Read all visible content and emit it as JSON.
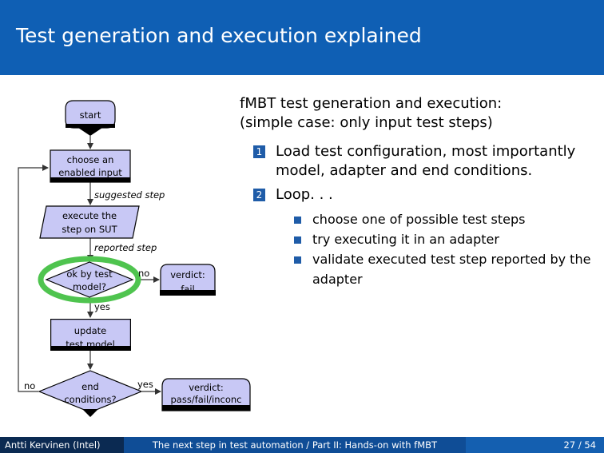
{
  "header": {
    "title": "Test generation and execution explained"
  },
  "flowchart": {
    "start": "start",
    "choose": [
      "choose an",
      "enabled input"
    ],
    "suggested": "suggested step",
    "execute": [
      "execute the",
      "step on SUT"
    ],
    "reported": "reported step",
    "ok": [
      "ok by test",
      "model?"
    ],
    "no1": "no",
    "verdict_fail": [
      "verdict:",
      "fail"
    ],
    "yes1": "yes",
    "update": [
      "update",
      "test model"
    ],
    "end": [
      "end",
      "conditions?"
    ],
    "yes2": "yes",
    "verdict_pass": [
      "verdict:",
      "pass/fail/inconc"
    ],
    "no2": "no"
  },
  "content": {
    "intro_line1": "fMBT test generation and execution:",
    "intro_line2": "(simple case: only input test steps)",
    "items": [
      {
        "number": "1",
        "text": "Load test configuration, most importantly model, adapter and end conditions.",
        "subitems": []
      },
      {
        "number": "2",
        "text": "Loop. . .",
        "subitems": [
          "choose one of possible test steps",
          "try executing it in an adapter",
          "validate executed test step reported by the adapter"
        ]
      }
    ]
  },
  "footer": {
    "author": "Antti Kervinen  (Intel)",
    "talk": "The next step in test automation / Part II: Hands-on with fMBT",
    "page": "27 / 54"
  },
  "colors": {
    "header_bg": "#0f5fb4",
    "node_fill": "#c8c8f5",
    "highlight": "#4fc44f",
    "bullet": "#1f5ca8"
  }
}
